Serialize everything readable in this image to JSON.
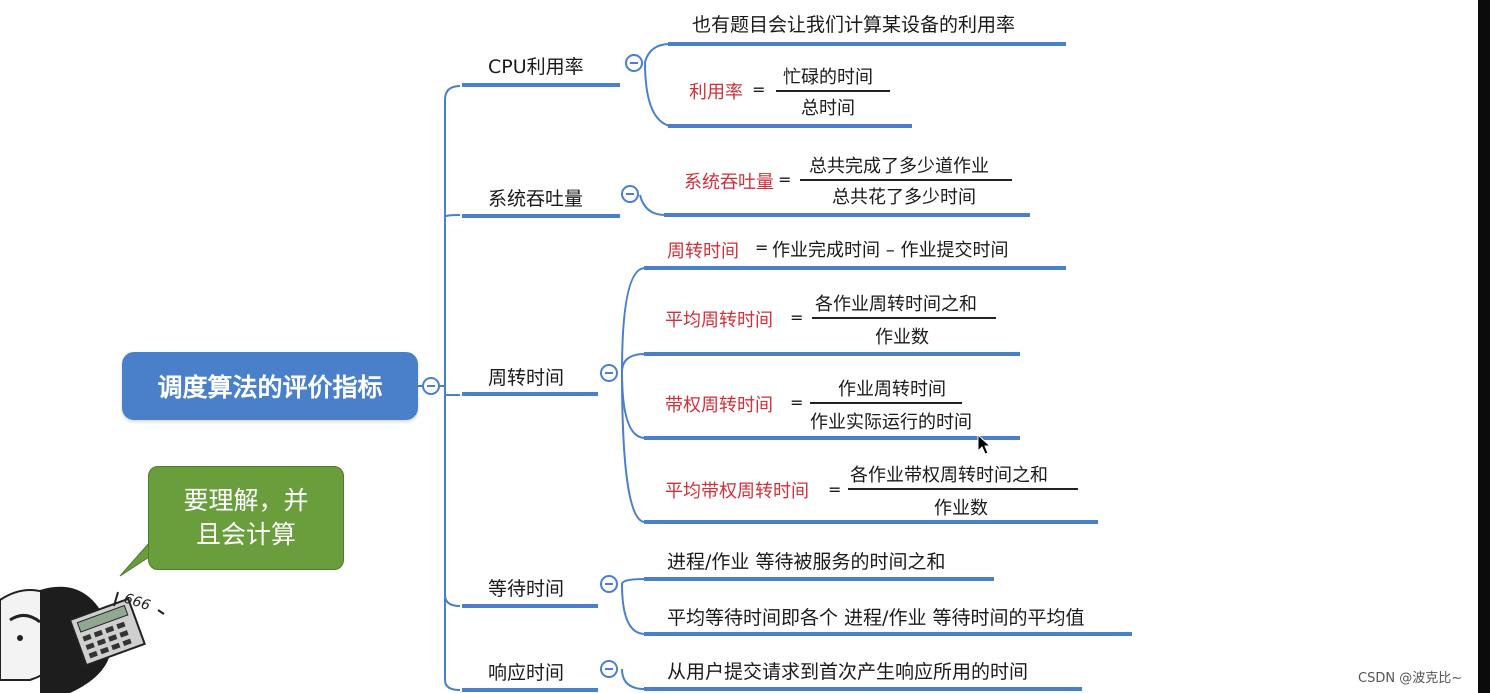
{
  "root": {
    "label": "调度算法的评价指标"
  },
  "branches": [
    {
      "label": "CPU利用率",
      "items": [
        {
          "text": "也有题目会让我们计算某设备的利用率"
        },
        {
          "name": "利用率",
          "eq": "=",
          "numerator": "忙碌的时间",
          "denominator": "总时间"
        }
      ]
    },
    {
      "label": "系统吞吐量",
      "items": [
        {
          "name": "系统吞吐量",
          "eq": "=",
          "numerator": "总共完成了多少道作业",
          "denominator": "总共花了多少时间"
        }
      ]
    },
    {
      "label": "周转时间",
      "items": [
        {
          "name": "周转时间",
          "eq": "=",
          "rest": "作业完成时间 – 作业提交时间"
        },
        {
          "name": "平均周转时间",
          "eq": "=",
          "numerator": "各作业周转时间之和",
          "denominator": "作业数"
        },
        {
          "name": "带权周转时间",
          "eq": "=",
          "numerator": "作业周转时间",
          "denominator": "作业实际运行的时间"
        },
        {
          "name": "平均带权周转时间",
          "eq": "=",
          "numerator": "各作业带权周转时间之和",
          "denominator": "作业数"
        }
      ]
    },
    {
      "label": "等待时间",
      "items": [
        {
          "text": "进程/作业 等待被服务的时间之和"
        },
        {
          "text": "平均等待时间即各个 进程/作业 等待时间的平均值"
        }
      ]
    },
    {
      "label": "响应时间",
      "items": [
        {
          "text": "从用户提交请求到首次产生响应所用的时间"
        }
      ]
    }
  ],
  "bubble": {
    "line1": "要理解，并",
    "line2": "且会计算"
  },
  "sticker_text": "666",
  "footer": {
    "watermark": "CSDN @波克比~"
  },
  "colors": {
    "accent": "#4a80c9",
    "highlight": "#d1303a",
    "bubble": "#6a9d3c"
  }
}
